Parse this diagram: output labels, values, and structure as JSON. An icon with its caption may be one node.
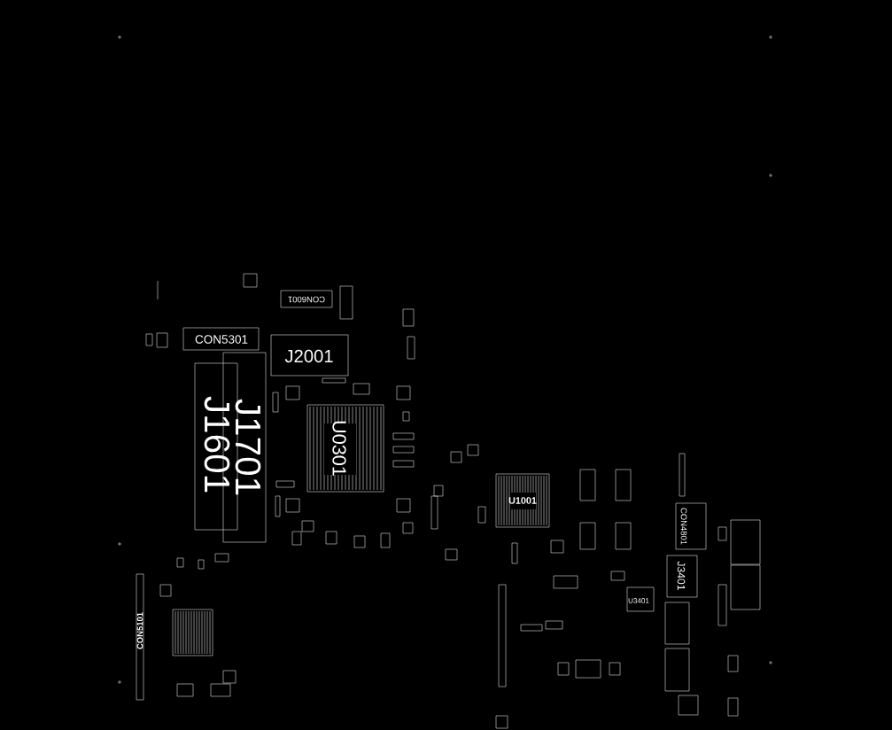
{
  "diagram": {
    "labels": [
      "CON6001",
      "CON5301",
      "J2001",
      "J1701",
      "J1601",
      "U0301",
      "U1001",
      "CON4801",
      "J3401",
      "U3401",
      "CON5101"
    ]
  }
}
